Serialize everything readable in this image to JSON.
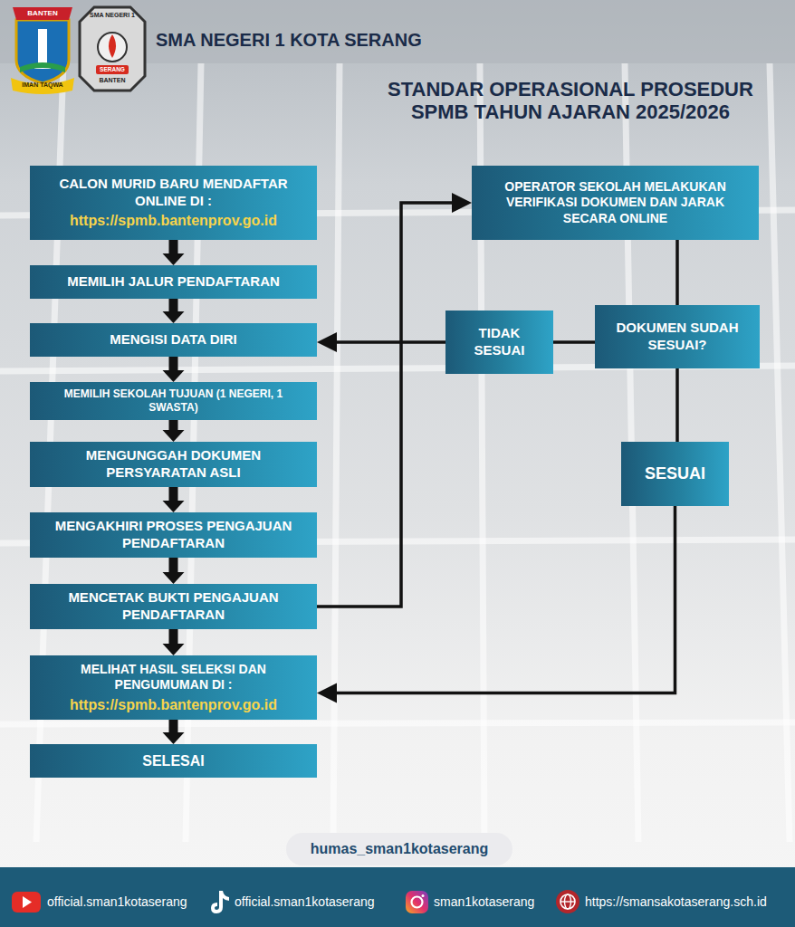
{
  "diagram": {
    "title": "STANDAR OPERASIONAL PROSEDUR SPMB TAHUN AJARAN 2025/2026",
    "nodes": [
      {
        "text": [
          "CALON MURID BARU MENDAFTAR ONLINE DI :",
          "https://spmb.bantenprov.go.id"
        ]
      },
      {
        "text": [
          "MEMILIH JALUR PENDAFTARAN"
        ]
      },
      {
        "text": [
          "MENGISI DATA DIRI"
        ]
      },
      {
        "text": [
          "MEMILIH SEKOLAH TUJUAN (1 NEGERI, 1 SWASTA)"
        ]
      },
      {
        "text": [
          "MENGUNGGAH DOKUMEN PERSYARATAN ASLI"
        ]
      },
      {
        "text": [
          "MENGAKHIRI PROSES PENGAJUAN PENDAFTARAN"
        ]
      },
      {
        "text": [
          "MENCETAK BUKTI PENGAJUAN PENDAFTARAN"
        ]
      },
      {
        "text": [
          "MELIHAT HASIL SELEKSI DAN PENGUMUMAN DI :",
          "https://spmb.bantenprov.go.id"
        ]
      },
      {
        "text": [
          "SELESAI"
        ]
      },
      {
        "text": [
          "OPERATOR SEKOLAH MELAKUKAN VERIFIKASI DOKUMEN DAN JARAK SECARA ONLINE"
        ]
      },
      {
        "text": [
          "DOKUMEN SUDAH SESUAI?"
        ]
      },
      {
        "text": [
          "TIDAK SESUAI"
        ]
      },
      {
        "text": [
          "SESUAI"
        ]
      },
      {
        "text": [
          "humas_sman1kotaserang"
        ]
      }
    ],
    "edges": [
      {
        "from": 0,
        "to": 1,
        "arrow": "to"
      },
      {
        "from": 1,
        "to": 2,
        "arrow": "to"
      },
      {
        "from": 2,
        "to": 3,
        "arrow": "to"
      },
      {
        "from": 3,
        "to": 4,
        "arrow": "to"
      },
      {
        "from": 4,
        "to": 5,
        "arrow": "to"
      },
      {
        "from": 5,
        "to": 6,
        "arrow": "to"
      },
      {
        "from": 6,
        "to": 7,
        "arrow": "to"
      },
      {
        "from": 7,
        "to": 8,
        "arrow": "to"
      },
      {
        "from": 6,
        "to": 9,
        "arrow": "to"
      },
      {
        "from": 9,
        "to": 10,
        "arrow": "none"
      },
      {
        "from": 10,
        "to": 11,
        "arrow": "none"
      },
      {
        "from": 11,
        "to": 2,
        "arrow": "to"
      },
      {
        "from": 10,
        "to": 12,
        "arrow": "none"
      },
      {
        "from": 12,
        "to": 7,
        "arrow": "to"
      }
    ],
    "labels": [
      "BANTEN",
      "IMAN TAQWA",
      "SMA NEGERI 1",
      "SERANG",
      "BANTEN",
      "SMA NEGERI 1 KOTA SERANG",
      "official.sman1kotaserang",
      "official.sman1kotaserang",
      "sman1kotaserang",
      "https://smansakotaserang.sch.id"
    ]
  }
}
